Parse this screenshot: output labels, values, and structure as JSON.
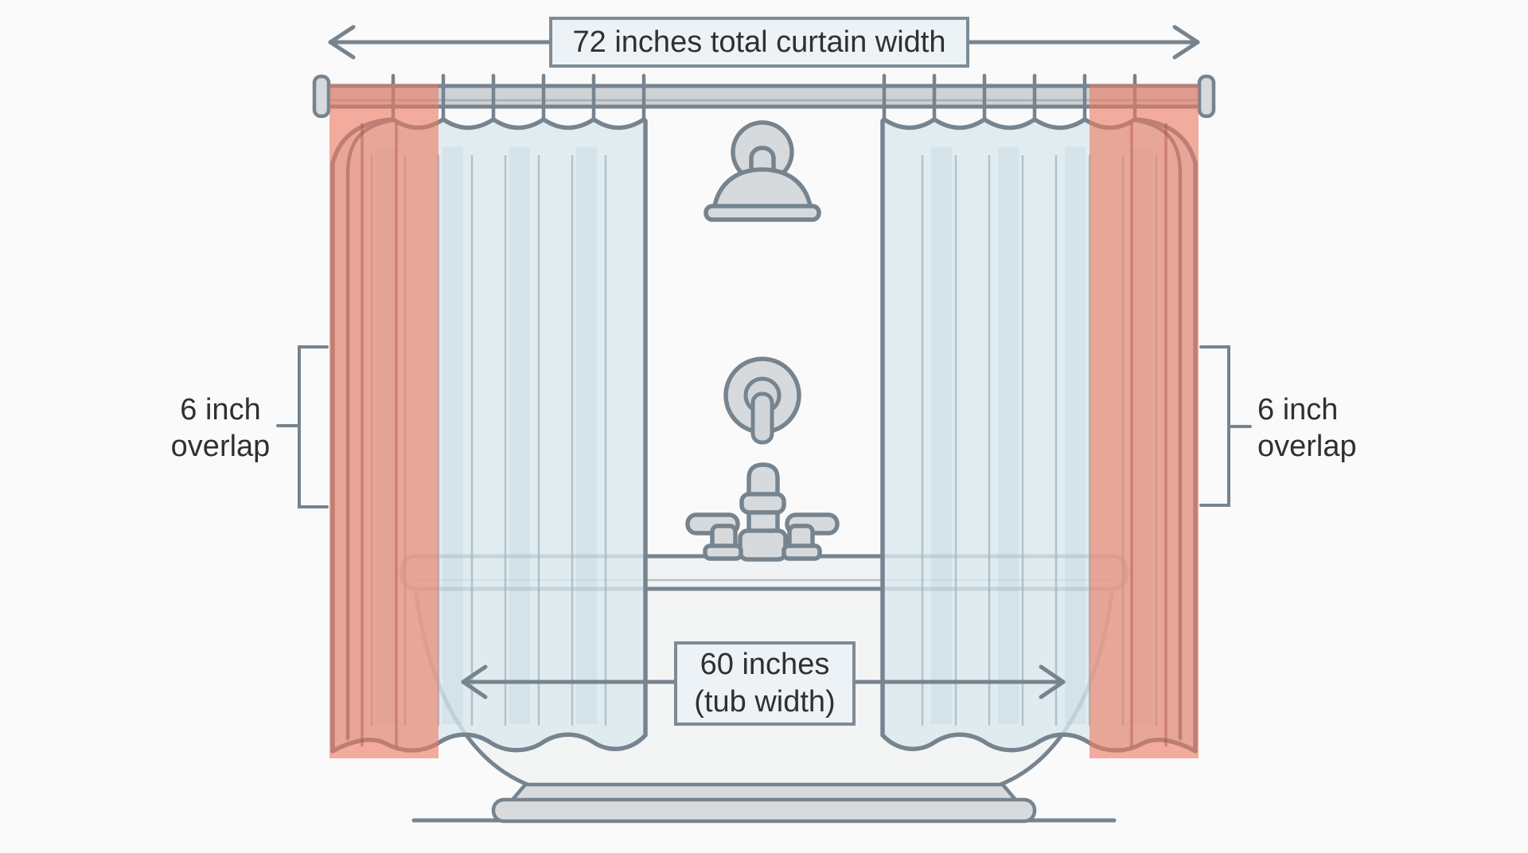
{
  "labels": {
    "total_width": "72 inches total curtain width",
    "left_overlap": "6 inch\noverlap",
    "right_overlap": "6 inch\noverlap",
    "tub_width": "60 inches\n(tub width)"
  },
  "measurements": {
    "total_curtain_width_inches": 72,
    "overlap_inches": 6,
    "tub_width_inches": 60
  },
  "colors": {
    "background": "#fbfafa",
    "outline": "#76848f",
    "rod_fill": "#cdd2d4",
    "hardware_fill": "#d7dadc",
    "curtain_blue": "#dbe9ee",
    "curtain_fold": "#9db5c0",
    "overlap_salmon": "#ec7a62",
    "overlap_fold": "#a74a38",
    "tub_fill": "#f3f4f4",
    "pedestal_fill": "#d8dbdd",
    "label_box_fill": "#ecf2f5",
    "box_border": "#7e8b95",
    "label_text": "#2e3133"
  }
}
